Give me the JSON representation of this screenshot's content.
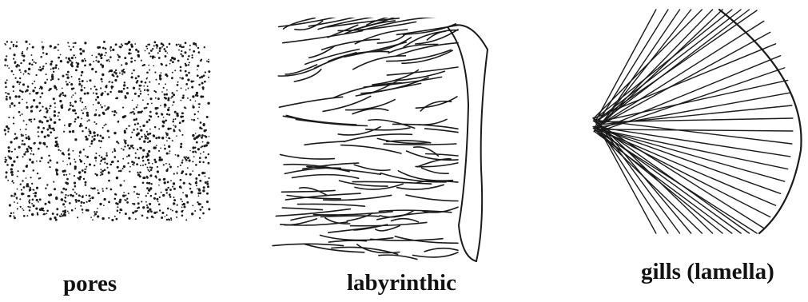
{
  "figures": [
    {
      "id": "pores",
      "caption": "pores"
    },
    {
      "id": "labyrinthic",
      "caption": "labyrinthic"
    },
    {
      "id": "gills",
      "caption": "gills (lamella)"
    }
  ],
  "colors": {
    "ink": "#1a1a1a",
    "background": "#ffffff"
  }
}
